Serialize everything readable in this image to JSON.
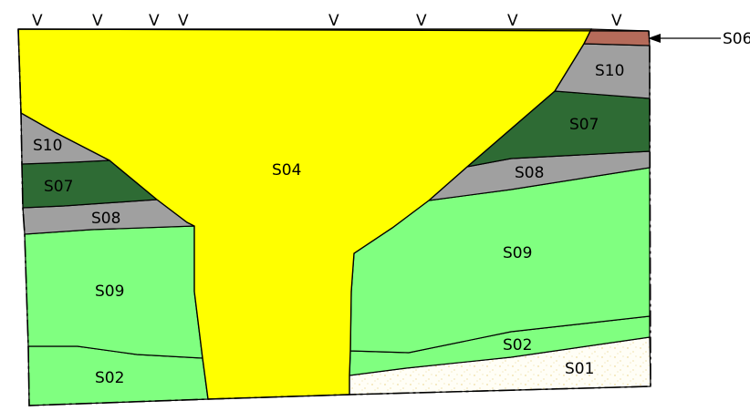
{
  "diagram": {
    "layers": [
      {
        "id": "S01",
        "label": "S01",
        "color": "#fffef6",
        "speckle": "#e8cf7a"
      },
      {
        "id": "S02",
        "label": "S02",
        "color": "#80ff80"
      },
      {
        "id": "S04",
        "label": "S04",
        "color": "#ffff00"
      },
      {
        "id": "S06",
        "label": "S06",
        "color": "#b56b5a"
      },
      {
        "id": "S07",
        "label": "S07",
        "color": "#2e6b34"
      },
      {
        "id": "S08",
        "label": "S08",
        "color": "#a0a0a0"
      },
      {
        "id": "S09",
        "label": "S09",
        "color": "#80ff80"
      },
      {
        "id": "S10",
        "label": "S10",
        "color": "#a0a0a0"
      }
    ],
    "labels": {
      "s04": "S04",
      "s10_left": "S10",
      "s07_left": "S07",
      "s08_left": "S08",
      "s09_left": "S09",
      "s02_left": "S02",
      "s10_right": "S10",
      "s07_right": "S07",
      "s08_right": "S08",
      "s09_right": "S09",
      "s02_right": "S02",
      "s01_right": "S01",
      "s06_callout": "S06"
    },
    "marker_glyph": "V",
    "marker_count": 8
  }
}
